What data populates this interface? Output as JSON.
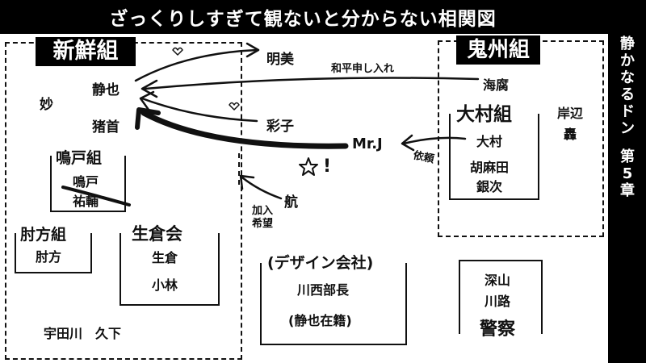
{
  "title": "ざっくりしすぎて観ないと分からない相関図",
  "sidebar": {
    "chars": [
      "静",
      "か",
      "な",
      "る",
      "ド",
      "ン",
      "",
      "第",
      "5",
      "章"
    ]
  },
  "groups": {
    "shinsen": {
      "title": "新鮮組",
      "members": [
        "妙",
        "静也",
        "猪首"
      ]
    },
    "naruto": {
      "title": "鳴戸組",
      "members": [
        "鳴戸",
        "祐輔"
      ]
    },
    "hijikata": {
      "title": "肘方組",
      "members": [
        "肘方"
      ]
    },
    "ikura": {
      "title": "生倉会",
      "members": [
        "生倉",
        "小林"
      ]
    },
    "shinsen_others": "宇田川　久下",
    "kishu": {
      "title": "鬼州組",
      "members": [
        "海腐"
      ]
    },
    "omura": {
      "title": "大村組",
      "members": [
        "大村",
        "胡麻田",
        "銀次"
      ]
    },
    "kishu_others": [
      "岸辺",
      "轟"
    ],
    "design": {
      "title": "(デザイン会社)",
      "members": [
        "川西部長",
        "(静也在籍)"
      ]
    },
    "police": {
      "title": "警察",
      "members": [
        "深山",
        "川路"
      ]
    }
  },
  "people": {
    "akemi": "明美",
    "ayako": "彩子",
    "mrj": "Mr.J",
    "kou": "航"
  },
  "annotations": {
    "peace": "和平申し入れ",
    "request": "依頼",
    "join": "加入",
    "hope": "希望",
    "exclaim": "!"
  }
}
